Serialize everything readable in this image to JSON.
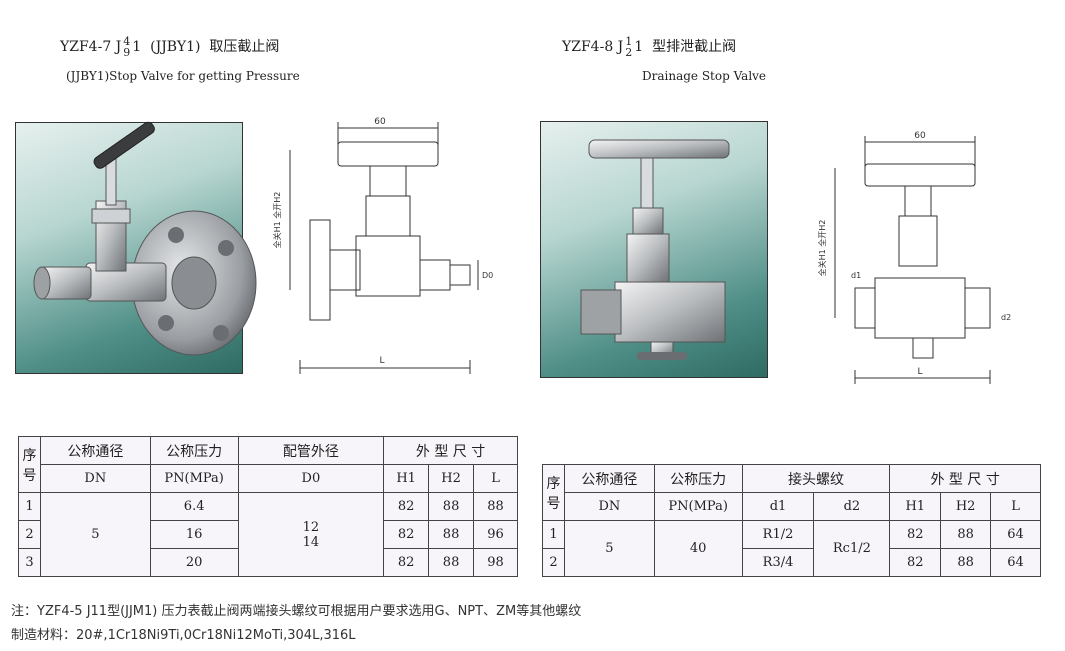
{
  "left_product": {
    "model_prefix": "YZF4-7 J",
    "frac_top": "4",
    "frac_bottom": "9",
    "model_suffix": "1",
    "abbrev": "(JJBY1)",
    "name_cn": "取压截止阀",
    "name_en": "(JJBY1)Stop Valve for getting Pressure",
    "dims": {
      "width": "60",
      "height": "全关H1 全开H2",
      "length": "L",
      "d0": "D0"
    }
  },
  "right_product": {
    "model_prefix": "YZF4-8 J",
    "frac_top": "1",
    "frac_bottom": "2",
    "model_suffix": "1",
    "name_cn": "型排泄截止阀",
    "name_en": "Drainage Stop Valve",
    "dims": {
      "width": "60",
      "height": "全关H1 全开H2",
      "length": "L",
      "d1": "d1",
      "d2": "d2"
    }
  },
  "table_left": {
    "headers": {
      "seq1": "序",
      "seq2": "号",
      "dn_cn": "公称通径",
      "pn_cn": "公称压力",
      "od_cn": "配管外径",
      "dim_cn": "外 型 尺 寸",
      "dn": "DN",
      "pn": "PN(MPa)",
      "d0": "D0",
      "h1": "H1",
      "h2": "H2",
      "l": "L"
    },
    "dn_value": "5",
    "od_values": [
      "12",
      "14"
    ],
    "rows": [
      {
        "no": "1",
        "pn": "6.4",
        "h1": "82",
        "h2": "88",
        "l": "88"
      },
      {
        "no": "2",
        "pn": "16",
        "h1": "82",
        "h2": "88",
        "l": "96"
      },
      {
        "no": "3",
        "pn": "20",
        "h1": "82",
        "h2": "88",
        "l": "98"
      }
    ]
  },
  "table_right": {
    "headers": {
      "seq1": "序",
      "seq2": "号",
      "dn_cn": "公称通径",
      "pn_cn": "公称压力",
      "thread_cn": "接头螺纹",
      "dim_cn": "外 型 尺 寸",
      "dn": "DN",
      "pn": "PN(MPa)",
      "d1": "d1",
      "d2": "d2",
      "h1": "H1",
      "h2": "H2",
      "l": "L"
    },
    "dn_value": "5",
    "pn_value": "40",
    "d2_value": "Rc1/2",
    "rows": [
      {
        "no": "1",
        "d1": "R1/2",
        "h1": "82",
        "h2": "88",
        "l": "64"
      },
      {
        "no": "2",
        "d1": "R3/4",
        "h1": "82",
        "h2": "88",
        "l": "64"
      }
    ]
  },
  "notes": {
    "line1": "注：YZF4-5 J11型(JJM1) 压力表截止阀两端接头螺纹可根据用户要求选用G、NPT、ZM等其他螺纹",
    "line2": "制造材料：20#,1Cr18Ni9Ti,0Cr18Ni12MoTi,304L,316L"
  }
}
